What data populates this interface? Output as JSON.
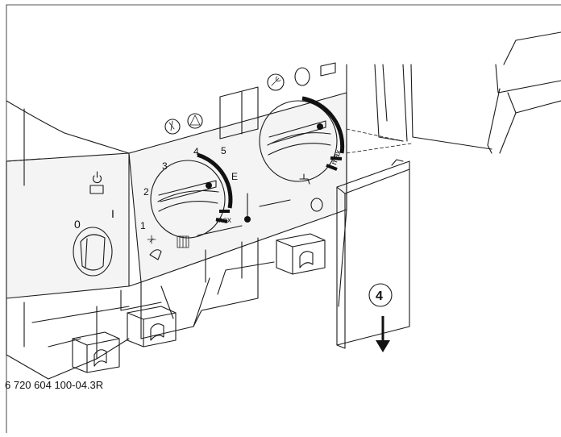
{
  "switch": {
    "off_label": "0",
    "on_label": "I"
  },
  "heating_dial": {
    "scale": [
      "1",
      "2",
      "3",
      "4",
      "5",
      "E"
    ],
    "max_label": "max"
  },
  "hot_water_dial": {
    "max_label": "max"
  },
  "step": {
    "number": "4"
  },
  "figure": {
    "reference": "6 720 604 100-04.3R"
  }
}
